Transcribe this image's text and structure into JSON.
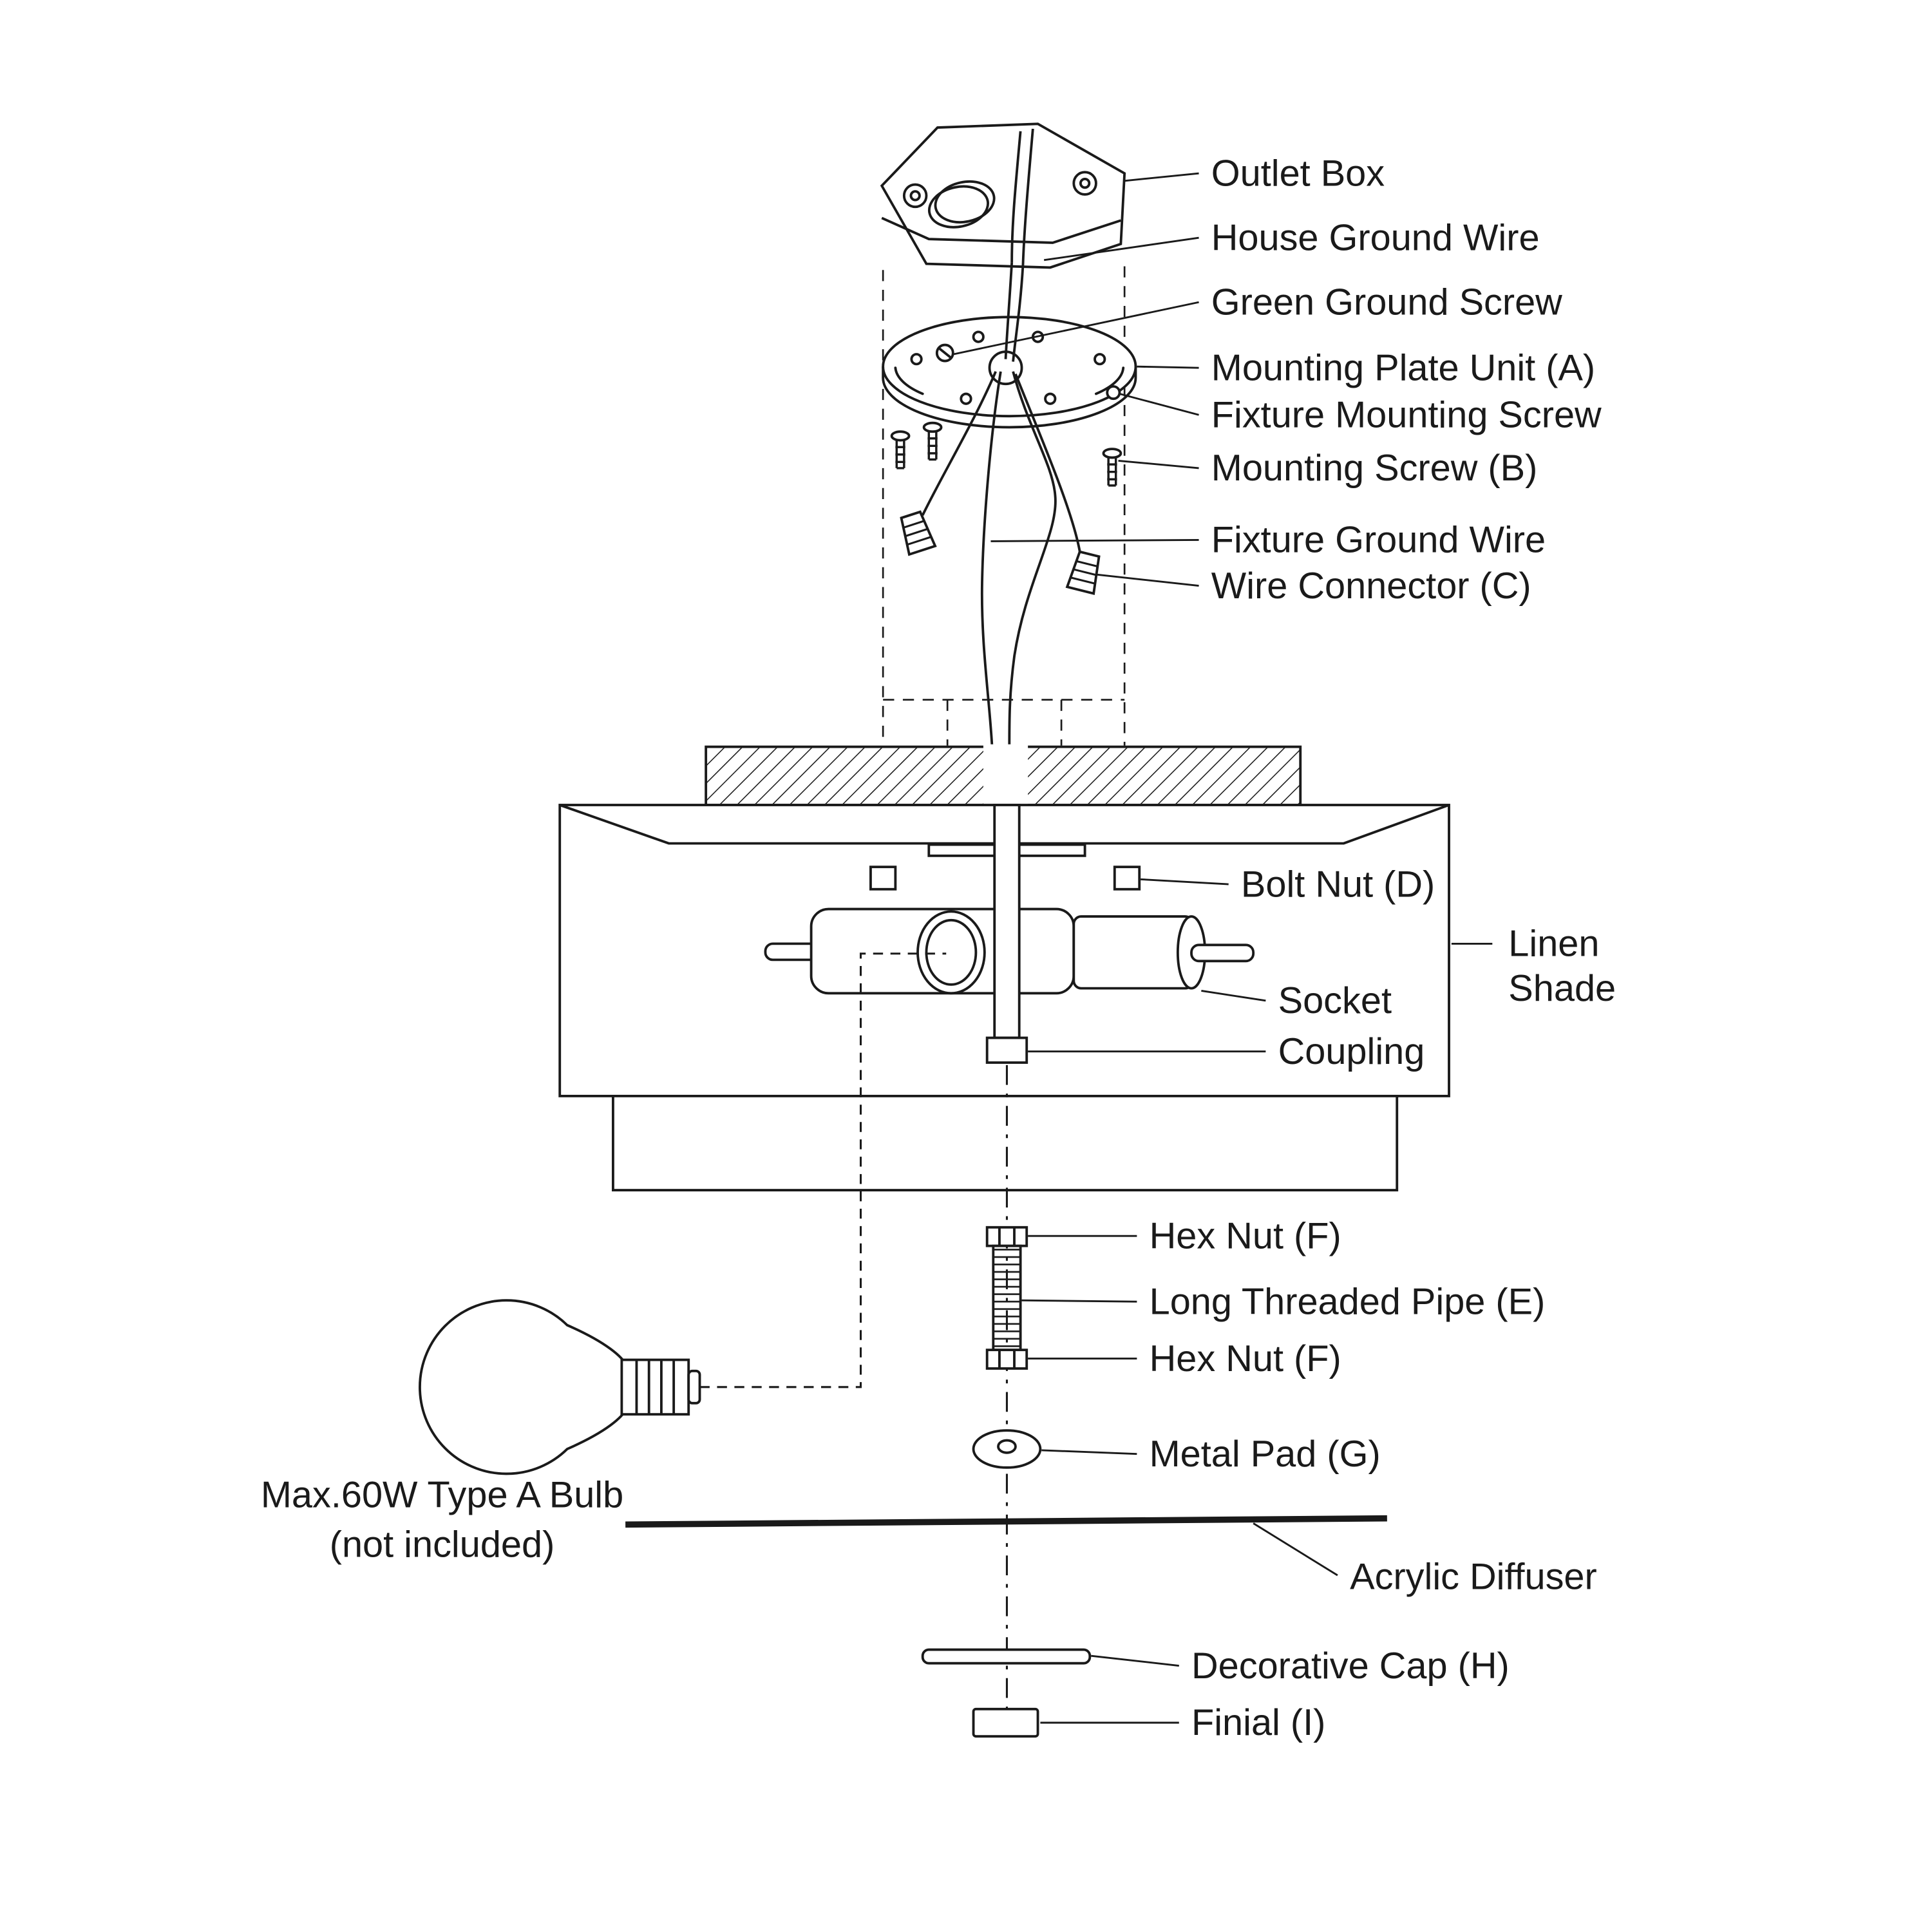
{
  "diagram": {
    "type": "exploded-assembly-diagram",
    "subject": "Flush-mount ceiling light fixture installation diagram",
    "colors": {
      "line": "#1a1a1a",
      "background": "#ffffff"
    },
    "labels": {
      "outlet_box": "Outlet Box",
      "house_ground_wire": "House Ground Wire",
      "green_ground_screw": "Green Ground Screw",
      "mounting_plate_unit": "Mounting Plate Unit (A)",
      "fixture_mounting_screw": "Fixture Mounting Screw",
      "mounting_screw_b": "Mounting Screw (B)",
      "fixture_ground_wire": "Fixture Ground Wire",
      "wire_connector_c": "Wire Connector (C)",
      "bolt_nut_d": "Bolt Nut (D)",
      "linen_shade_line1": "Linen",
      "linen_shade_line2": "Shade",
      "socket": "Socket",
      "coupling": "Coupling",
      "hex_nut_f_top": "Hex Nut (F)",
      "long_threaded_pipe_e": "Long Threaded Pipe (E)",
      "hex_nut_f_bottom": "Hex Nut (F)",
      "metal_pad_g": "Metal Pad (G)",
      "acrylic_diffuser": "Acrylic Diffuser",
      "decorative_cap_h": "Decorative Cap (H)",
      "finial_i": "Finial (I)",
      "bulb_note_line1": "Max.60W Type A Bulb",
      "bulb_note_line2": "(not included)"
    }
  }
}
